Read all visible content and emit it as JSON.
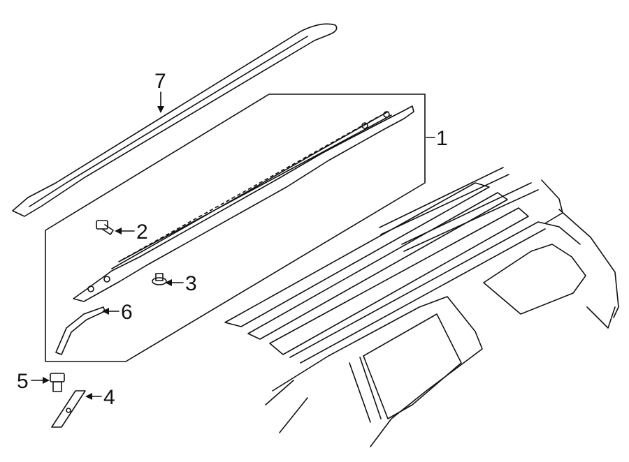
{
  "diagram": {
    "callouts": [
      {
        "number": "1",
        "part": "rail-assembly"
      },
      {
        "number": "2",
        "part": "bolt"
      },
      {
        "number": "3",
        "part": "clip"
      },
      {
        "number": "4",
        "part": "bracket"
      },
      {
        "number": "5",
        "part": "bolt"
      },
      {
        "number": "6",
        "part": "seal-strip"
      },
      {
        "number": "7",
        "part": "roof-rail-cover"
      }
    ]
  }
}
